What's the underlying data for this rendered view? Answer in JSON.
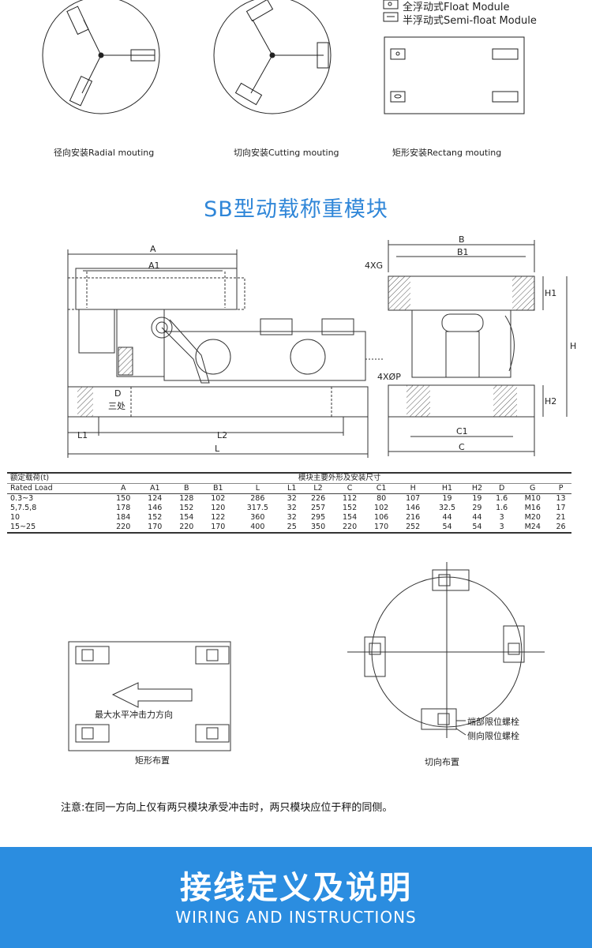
{
  "mount_types": {
    "radial": "径向安装Radial mouting",
    "cutting": "切向安装Cutting mouting",
    "rectang": "矩形安装Rectang mouting"
  },
  "legend": {
    "float": "全浮动式Float Module",
    "semi_float": "半浮动式Semi-float Module"
  },
  "section_title": "SB型动载称重模块",
  "dims": {
    "A": "A",
    "A1": "A1",
    "B": "B",
    "B1": "B1",
    "H": "H",
    "H1": "H1",
    "H2": "H2",
    "L": "L",
    "L1": "L1",
    "L2": "L2",
    "C": "C",
    "C1": "C1",
    "D": "D",
    "bolt_g": "4XG",
    "hole_p": "4XØP",
    "three_places": "三处"
  },
  "table": {
    "top_left": "额定载荷(t)",
    "group_title": "模块主要外形及安装尺寸",
    "lead_header": "Rated Load",
    "columns": [
      "A",
      "A1",
      "B",
      "B1",
      "L",
      "L1",
      "L2",
      "C",
      "C1",
      "H",
      "H1",
      "H2",
      "D",
      "G",
      "P"
    ],
    "rows": [
      {
        "load": "0.3~3",
        "values": [
          "150",
          "124",
          "128",
          "102",
          "286",
          "32",
          "226",
          "112",
          "80",
          "107",
          "19",
          "19",
          "1.6",
          "M10",
          "13"
        ]
      },
      {
        "load": "5,7.5,8",
        "values": [
          "178",
          "146",
          "152",
          "120",
          "317.5",
          "32",
          "257",
          "152",
          "102",
          "146",
          "32.5",
          "29",
          "1.6",
          "M16",
          "17"
        ]
      },
      {
        "load": "10",
        "values": [
          "184",
          "152",
          "154",
          "122",
          "360",
          "32",
          "295",
          "154",
          "106",
          "216",
          "44",
          "44",
          "3",
          "M20",
          "21"
        ]
      },
      {
        "load": "15~25",
        "values": [
          "220",
          "170",
          "220",
          "170",
          "400",
          "25",
          "350",
          "220",
          "170",
          "252",
          "54",
          "54",
          "3",
          "M24",
          "26"
        ]
      }
    ]
  },
  "layouts": {
    "impact_direction": "最大水平冲击力方向",
    "rect_caption": "矩形布置",
    "end_bolt": "端部限位螺栓",
    "side_bolt": "侧向限位螺栓",
    "tangent_caption": "切向布置"
  },
  "note": "注意:在同一方向上仅有两只模块承受冲击时，两只模块应位于秤的同侧。",
  "banner": {
    "title_cn": "接线定义及说明",
    "title_en": "WIRING AND INSTRUCTIONS",
    "background": "#2b8de0"
  },
  "accent_color": "#2f86d8"
}
